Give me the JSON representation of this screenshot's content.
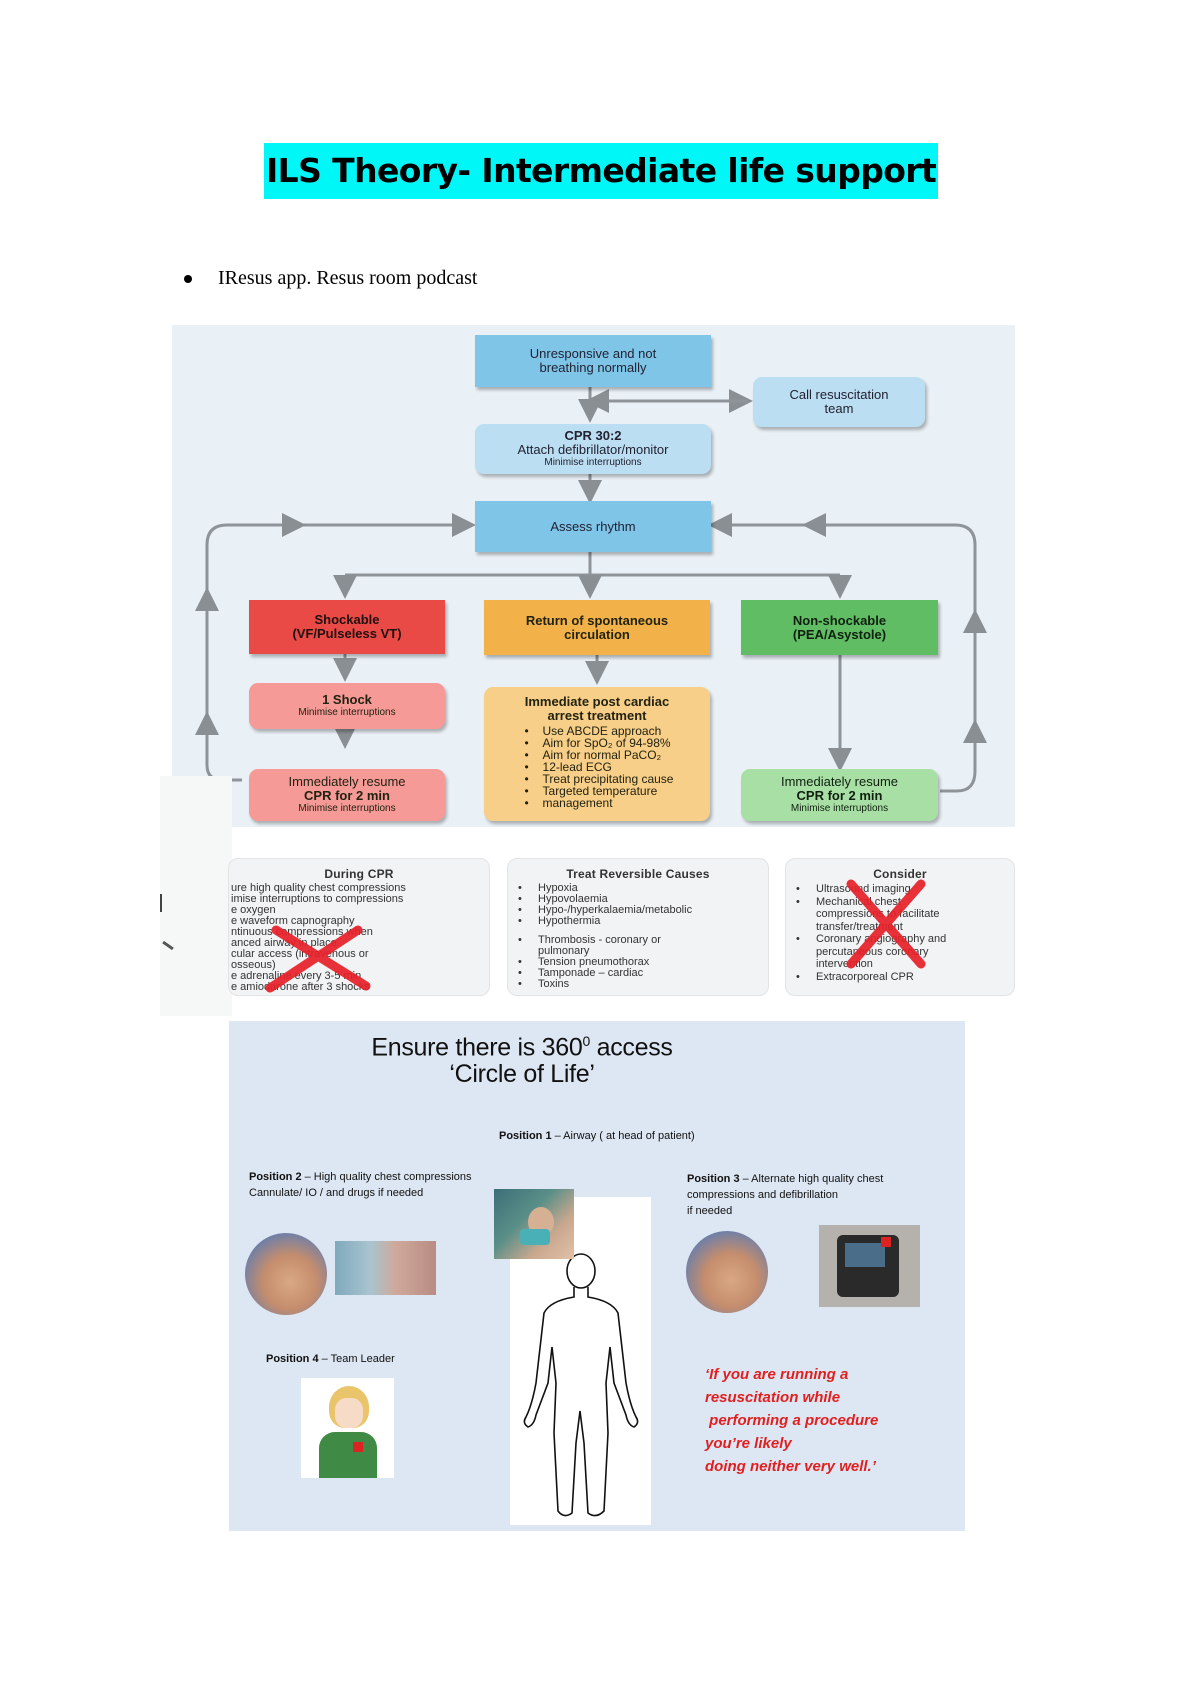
{
  "document": {
    "title": "ILS Theory- Intermediate life support",
    "bullet": "IResus app. Resus room podcast"
  },
  "flowchart": {
    "unresponsive": [
      "Unresponsive and not",
      "breathing normally"
    ],
    "call_team": [
      "Call resuscitation",
      "team"
    ],
    "cpr": {
      "line1": "CPR 30:2",
      "line2": "Attach defibrillator/monitor",
      "line3": "Minimise interruptions"
    },
    "assess": "Assess rhythm",
    "shockable": [
      "Shockable",
      "(VF/Pulseless VT)"
    ],
    "rosc": [
      "Return of spontaneous",
      "circulation"
    ],
    "nonshockable": [
      "Non-shockable",
      "(PEA/Asystole)"
    ],
    "one_shock": {
      "line1": "1 Shock",
      "line2": "Minimise interruptions"
    },
    "resume_left": {
      "line1": "Immediately resume",
      "line2": "CPR for 2 min",
      "line3": "Minimise interruptions"
    },
    "post_arrest": {
      "title": [
        "Immediate post cardiac",
        "arrest treatment"
      ],
      "items": [
        "Use ABCDE approach",
        "Aim for SpO₂ of 94-98%",
        "Aim for normal PaCO₂",
        "12-lead ECG",
        "Treat precipitating cause",
        "Targeted temperature",
        "management"
      ]
    },
    "resume_right": {
      "line1": "Immediately resume",
      "line2": "CPR for 2 min",
      "line3": "Minimise interruptions"
    }
  },
  "lower_boxes": {
    "during_cpr": {
      "title": "During CPR",
      "items": [
        "ure high quality chest compressions",
        "imise interruptions to compressions",
        "e oxygen",
        "e waveform capnography",
        "ntinuous compressions when",
        "anced airway in place",
        "cular access (intravenous or",
        "osseous)",
        "e adrenaline every 3-5 min",
        "e amiodarone after 3 shocks"
      ]
    },
    "reversible": {
      "title": "Treat Reversible Causes",
      "items": [
        "Hypoxia",
        "Hypovolaemia",
        "Hypo-/hyperkalaemia/metabolic",
        "Hypothermia",
        "Thrombosis - coronary or",
        "pulmonary",
        "Tension pneumothorax",
        "Tamponade – cardiac",
        "Toxins"
      ],
      "bulleted": [
        true,
        true,
        true,
        true,
        true,
        false,
        true,
        true,
        true
      ]
    },
    "consider": {
      "title": "Consider",
      "items": [
        "Ultrasound imaging",
        "Mechanical chest",
        "compressions to facilitate",
        "transfer/treatment",
        "Coronary angiography and",
        "percutaneous coronary",
        "intervention",
        "Extracorporeal CPR"
      ],
      "bulleted": [
        true,
        true,
        false,
        false,
        true,
        false,
        false,
        true
      ]
    },
    "cross_color": "#e8202a"
  },
  "circle_of_life": {
    "title_line1": "Ensure there is 360",
    "title_sup": "0",
    "title_line1_end": " access",
    "title_line2": "‘Circle of Life’",
    "pos1": {
      "label": "Position 1",
      "text": " – Airway ( at head of patient)"
    },
    "pos2": {
      "label": "Position 2",
      "text": " – High quality chest compressions",
      "line2": "Cannulate/ IO  / and drugs if needed"
    },
    "pos3": {
      "label": "Position 3",
      "text": " – Alternate high quality chest",
      "line2": "compressions and defibrillation",
      "line3": "if needed"
    },
    "pos4": {
      "label": "Position 4",
      "text": " – Team Leader"
    },
    "quote": [
      "‘If you are running a",
      "resuscitation while",
      " performing a procedure",
      "you’re likely",
      "doing neither very well.’"
    ],
    "quote_color": "#e02020"
  }
}
